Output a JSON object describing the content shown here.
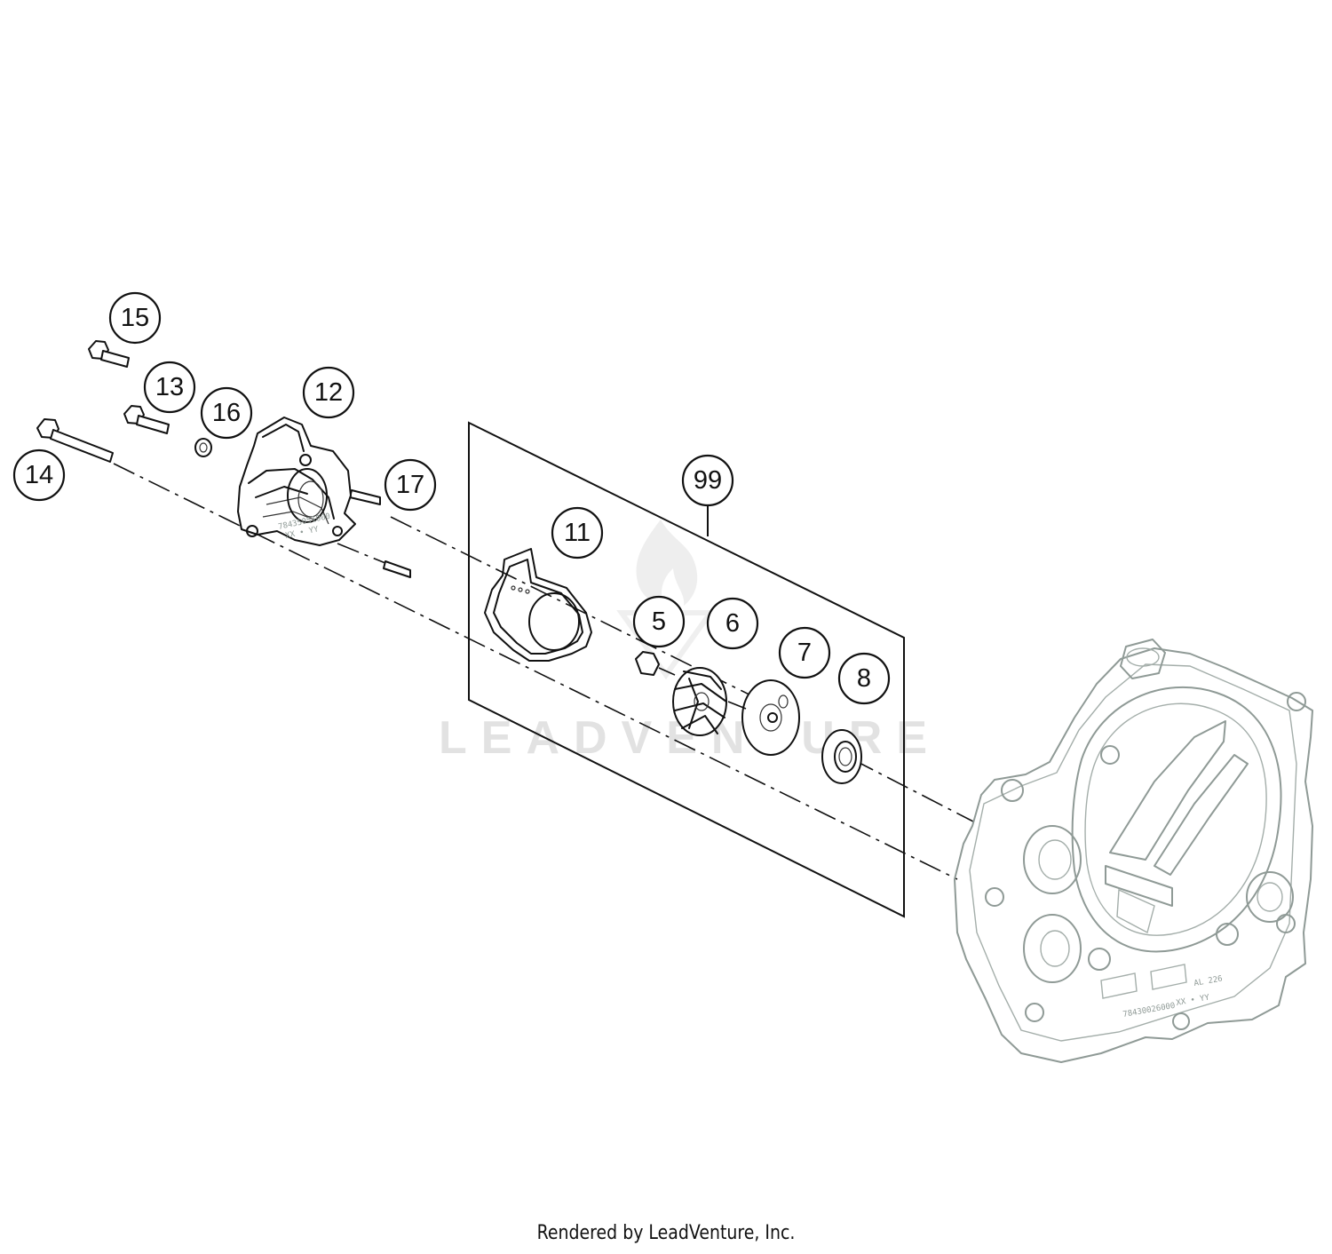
{
  "callouts": {
    "c5": "5",
    "c6": "6",
    "c7": "7",
    "c8": "8",
    "c11": "11",
    "c12": "12",
    "c13": "13",
    "c14": "14",
    "c15": "15",
    "c16": "16",
    "c17": "17",
    "c99": "99"
  },
  "watermark": "LEADVENTURE",
  "footer": "Rendered by LeadVenture, Inc.",
  "case_markings": {
    "part_number": "78430026000",
    "date_code": "XX • YY",
    "alloy": "AL 226"
  },
  "cover_markings": {
    "part_number": "78435051000",
    "date_code": "XX • YY"
  }
}
